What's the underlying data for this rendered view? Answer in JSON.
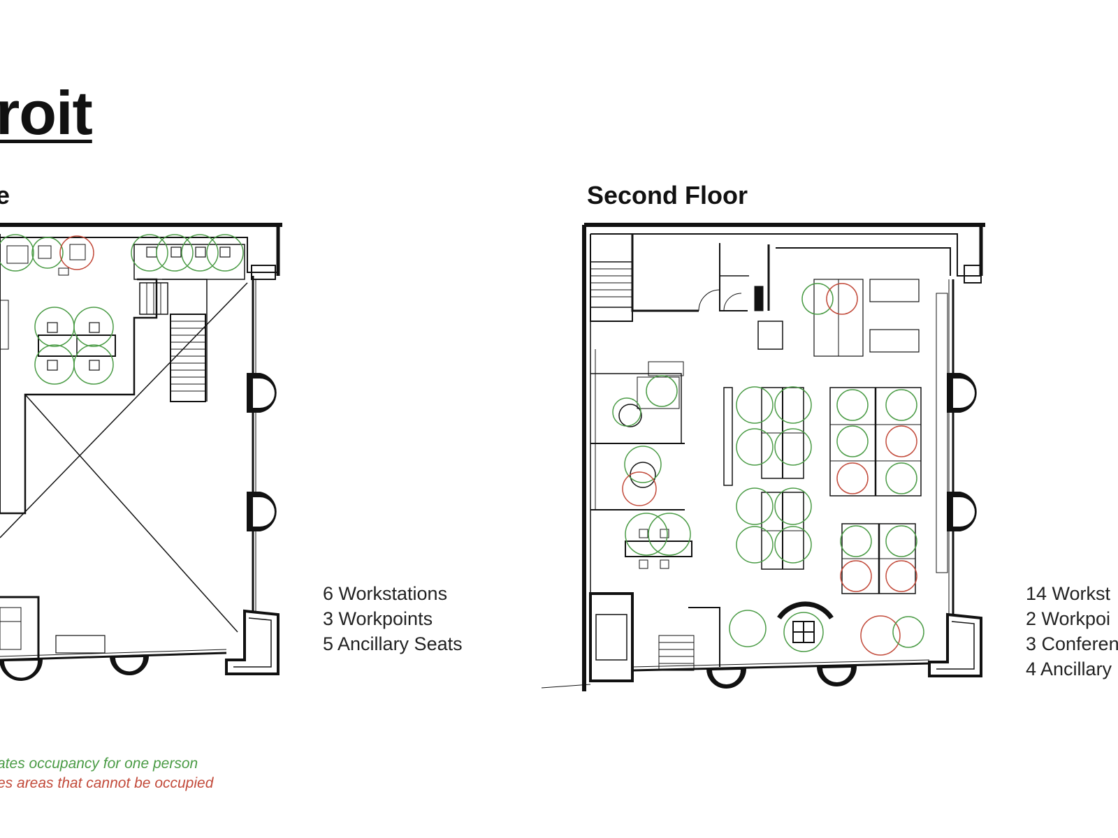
{
  "page": {
    "title": "roit"
  },
  "floors": [
    {
      "label": "e",
      "stats": [
        "6 Workstations",
        "3 Workpoints",
        "5 Ancillary Seats"
      ]
    },
    {
      "label": "Second Floor",
      "stats": [
        "14 Workst",
        "2 Workpoi",
        "3 Conferen",
        "4 Ancillary"
      ]
    }
  ],
  "legend": {
    "green_text": "ates occupancy for one person",
    "red_text": "es areas that cannot be occupied",
    "green_color": "#4a9b45",
    "red_color": "#c24a3a"
  }
}
